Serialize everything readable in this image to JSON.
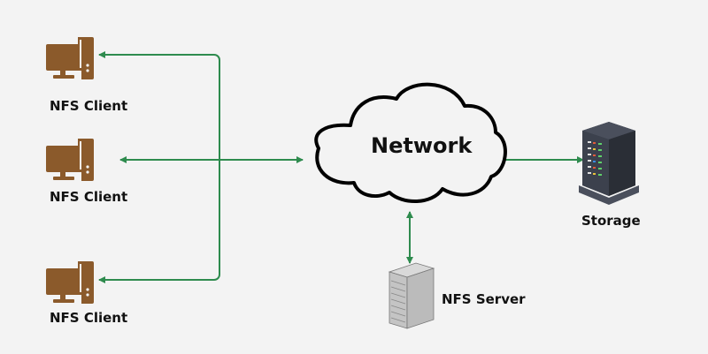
{
  "diagram": {
    "nodes": {
      "client1": {
        "label": "NFS Client",
        "icon": "desktop-computer-icon"
      },
      "client2": {
        "label": "NFS Client",
        "icon": "desktop-computer-icon"
      },
      "client3": {
        "label": "NFS Client",
        "icon": "desktop-computer-icon"
      },
      "network": {
        "label": "Network",
        "icon": "cloud-icon"
      },
      "storage": {
        "label": "Storage",
        "icon": "storage-rack-icon"
      },
      "server": {
        "label": "NFS Server",
        "icon": "server-tower-icon"
      }
    },
    "edges": [
      {
        "from": "network",
        "to": "client1",
        "direction": "to"
      },
      {
        "from": "network",
        "to": "client2",
        "direction": "both"
      },
      {
        "from": "network",
        "to": "client3",
        "direction": "to"
      },
      {
        "from": "network",
        "to": "storage",
        "direction": "to"
      },
      {
        "from": "network",
        "to": "server",
        "direction": "both"
      }
    ],
    "colors": {
      "client_icon": "#8b5a2b",
      "connector": "#2e8b4e",
      "cloud_stroke": "#000000",
      "storage_body": "#3a3f4b",
      "server_body": "#b8b8b8",
      "background": "#f3f3f3"
    }
  }
}
